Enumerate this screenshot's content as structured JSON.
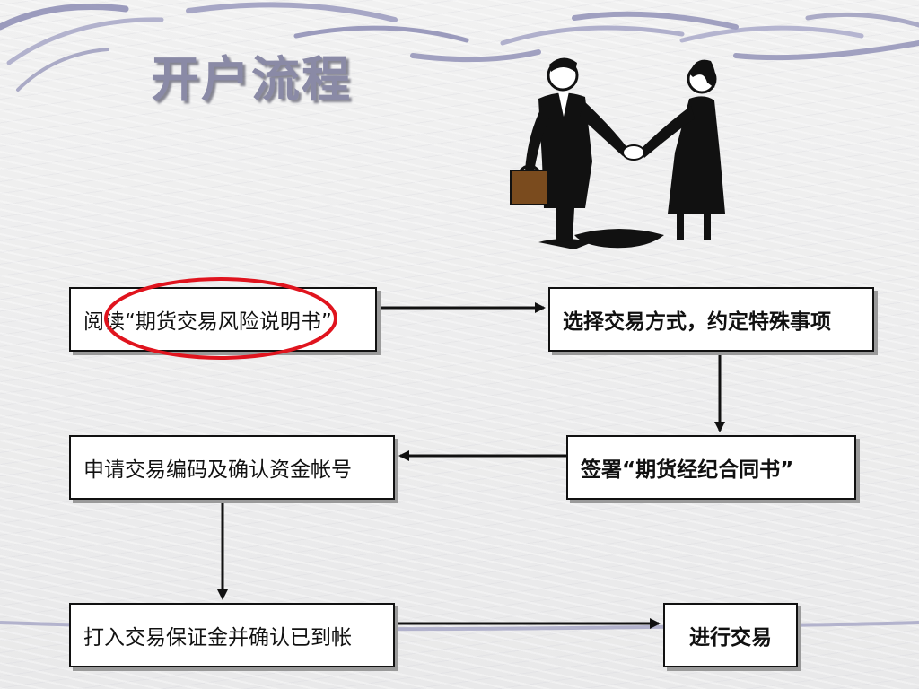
{
  "slide": {
    "title": "开户流程"
  },
  "flow": {
    "steps": [
      {
        "id": "read",
        "label": "阅读“期货交易风险说明书”"
      },
      {
        "id": "choose",
        "label": "选择交易方式，约定特殊事项"
      },
      {
        "id": "sign",
        "label": "签署“期货经纪合同书”"
      },
      {
        "id": "apply",
        "label": "申请交易编码及确认资金帐号"
      },
      {
        "id": "deposit",
        "label": "打入交易保证金并确认已到帐"
      },
      {
        "id": "trade",
        "label": "进行交易"
      }
    ],
    "highlight": {
      "target": "期货交易风险说明书",
      "color": "#e0141e"
    }
  },
  "colors": {
    "title": "#8a8aa6",
    "swoosh": "#8c8cb4",
    "box_border": "#111111"
  },
  "icons": {
    "illustration": "handshake-icon"
  }
}
